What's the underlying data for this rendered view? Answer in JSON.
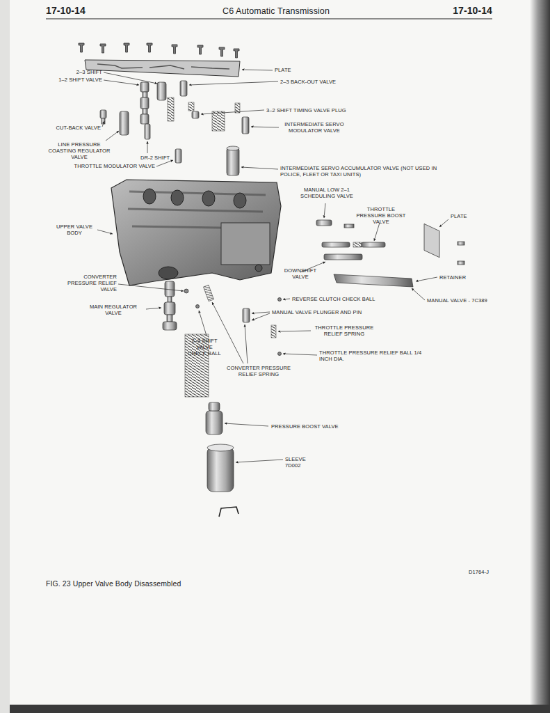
{
  "diagram": {
    "title": "C6 Automatic Transmission",
    "caption": "FIG. 23 Upper Valve Body Disassembled",
    "labels": [
      "17-10-14",
      "17-10-14",
      "PLATE",
      "2–3 SHIFT",
      "1–2 SHIFT VALVE",
      "2–3 BACK-OUT VALVE",
      "3–2 SHIFT TIMING VALVE PLUG",
      "INTERMEDIATE SERVO MODULATOR VALVE",
      "CUT-BACK VALVE",
      "LINE PRESSURE COASTING REGULATOR VALVE",
      "DR-2 SHIFT",
      "THROTTLE MODULATOR VALVE",
      "INTERMEDIATE SERVO ACCUMULATOR VALVE (NOT USED IN POLICE, FLEET OR TAXI UNITS)",
      "MANUAL LOW 2–1 SCHEDULING VALVE",
      "THROTTLE PRESSURE BOOST VALVE",
      "PLATE",
      "UPPER VALVE BODY",
      "CONVERTER PRESSURE RELIEF VALVE",
      "MAIN REGULATOR VALVE",
      "DOWNSHIFT VALVE",
      "RETAINER",
      "REVERSE CLUTCH CHECK BALL",
      "MANUAL VALVE - 7C389",
      "MANUAL VALVE PLUNGER AND PIN",
      "THROTTLE PRESSURE RELIEF SPRING",
      "2–3 SHIFT VALVE CHECK BALL",
      "THROTTLE PRESSURE RELIEF BALL 1/4 INCH DIA.",
      "CONVERTER PRESSURE RELIEF SPRING",
      "PRESSURE BOOST VALVE",
      "SLEEVE 7D002",
      "D1764-J"
    ]
  }
}
